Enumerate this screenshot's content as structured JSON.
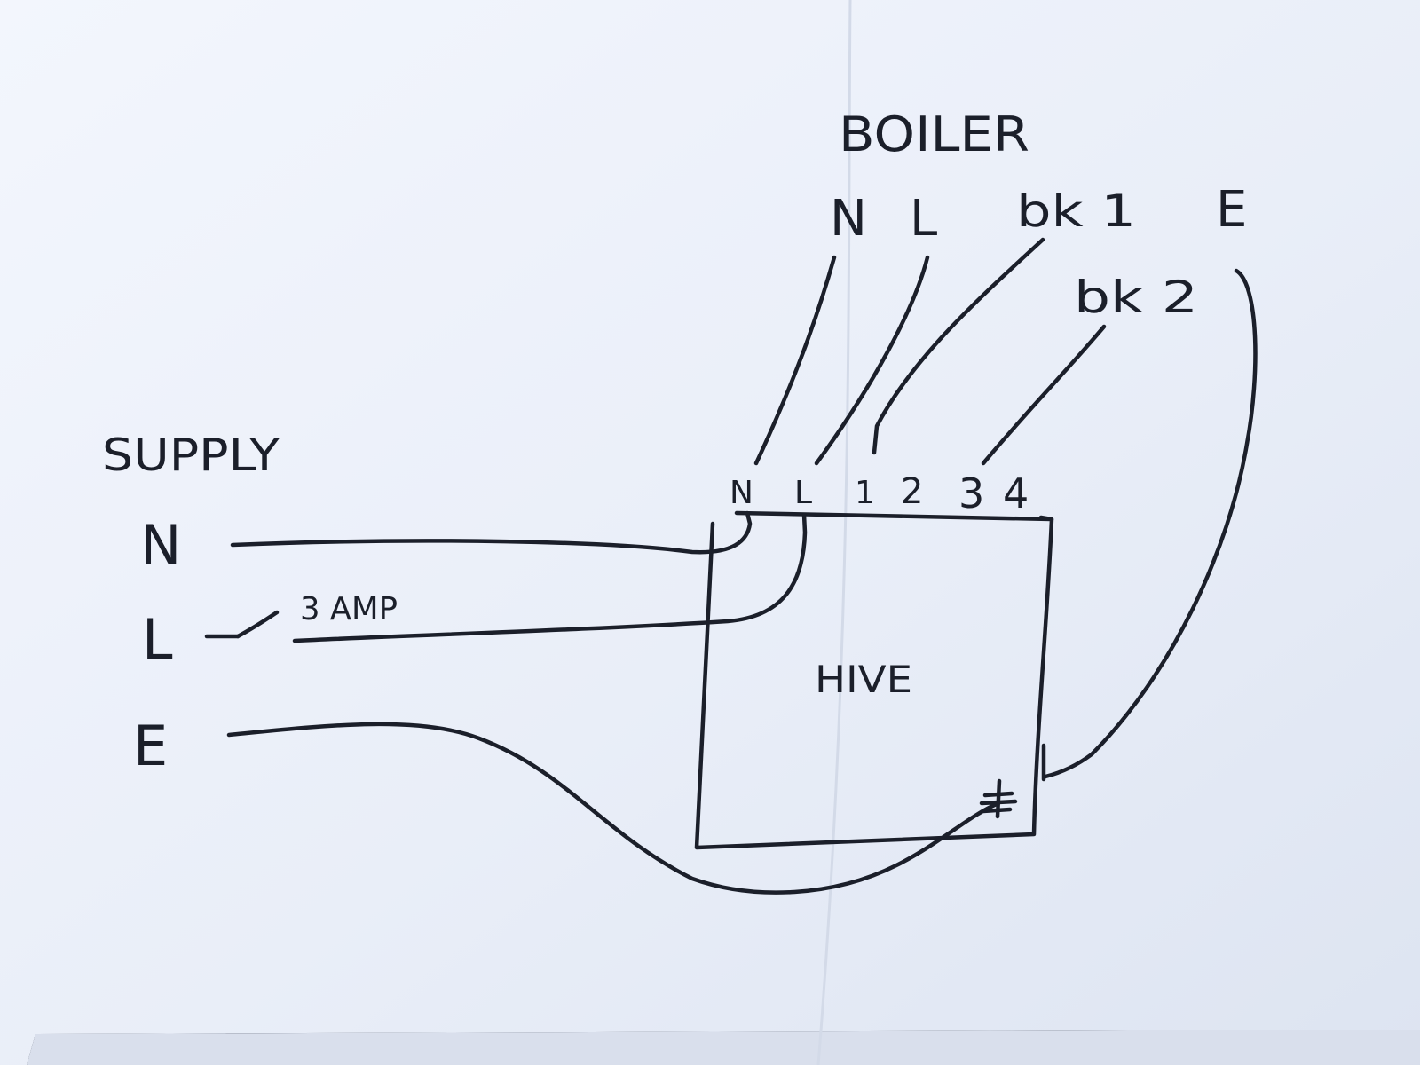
{
  "boiler": {
    "title": "BOILER",
    "terminals": {
      "n": "N",
      "l": "L",
      "bk1": "bk 1",
      "e": "E",
      "bk2": "bk 2"
    }
  },
  "supply": {
    "title": "SUPPLY",
    "terminals": {
      "n": "N",
      "l": "L",
      "e": "E"
    },
    "fuse_label": "3 AMP"
  },
  "hive": {
    "label": "HIVE",
    "terminals": {
      "n": "N",
      "l": "L",
      "t1": "1",
      "t2": "2",
      "t3": "3",
      "t4": "4"
    },
    "earth_symbol": "earth-symbol-icon"
  },
  "colors": {
    "paper": "#eef2fa",
    "ink": "#1b1f2a",
    "background": "#1e2433"
  }
}
